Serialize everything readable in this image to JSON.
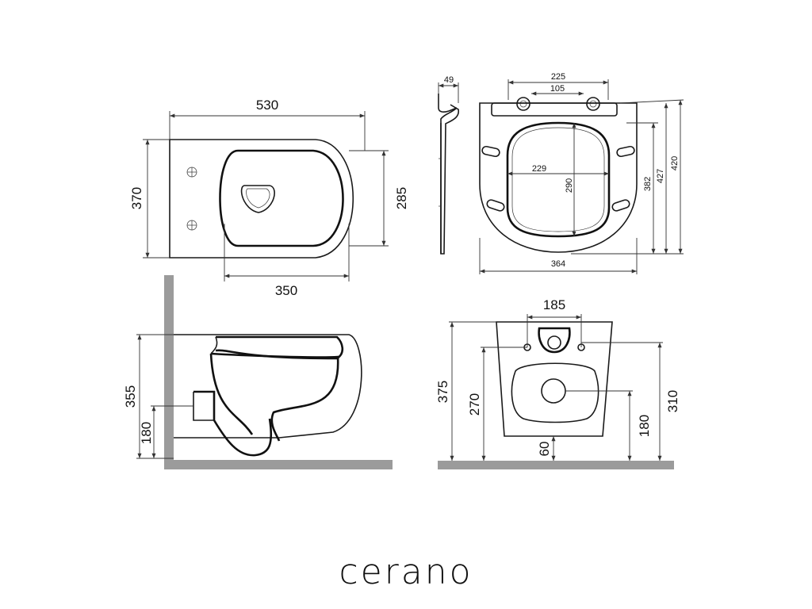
{
  "brand": "cerano",
  "top_view": {
    "width": "530",
    "depth": "370",
    "rim_depth": "285",
    "seat_length": "350"
  },
  "seat_side": {
    "thickness": "49"
  },
  "seat_top": {
    "hinge_span": "225",
    "hinge_inner": "105",
    "inner_width": "229",
    "inner_length": "290",
    "outer_width": "364",
    "len_a": "382",
    "len_b": "427",
    "len_c": "420"
  },
  "side_view": {
    "height": "355",
    "outlet_height": "180"
  },
  "back_view": {
    "bolt_span": "185",
    "height": "375",
    "inlet_height": "270",
    "outlet_top": "310",
    "outlet_center": "180",
    "floor_gap": "60"
  }
}
